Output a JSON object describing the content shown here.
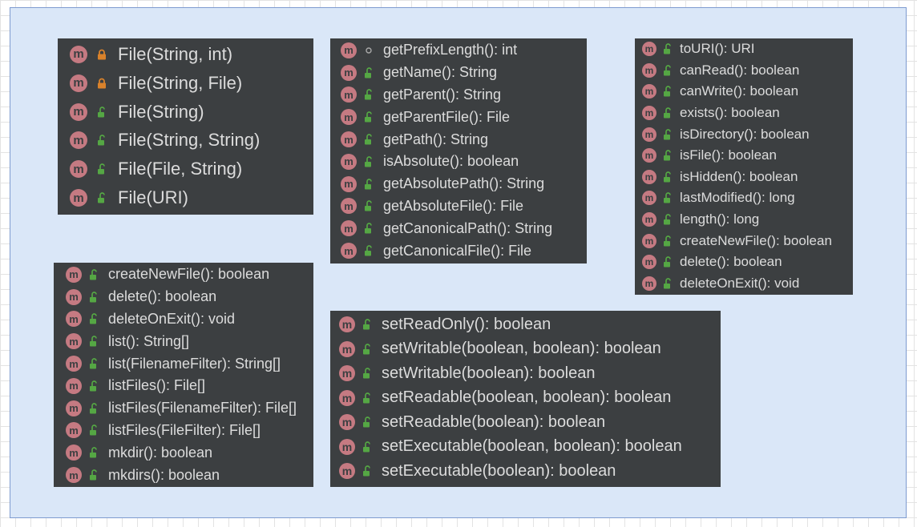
{
  "colors": {
    "panel_bg": "#3c3f41",
    "text": "#dcdcdc",
    "method_badge": "#c57a82",
    "public_icon": "#55a744",
    "private_icon": "#d9822b",
    "package_icon": "#a9a9a9",
    "canvas_bg": "#dae7f8"
  },
  "badge_letter": "m",
  "panels": [
    {
      "name": "constructors",
      "items": [
        {
          "text": "File(String, int)",
          "access": "private"
        },
        {
          "text": "File(String, File)",
          "access": "private"
        },
        {
          "text": "File(String)",
          "access": "public"
        },
        {
          "text": "File(String, String)",
          "access": "public"
        },
        {
          "text": "File(File, String)",
          "access": "public"
        },
        {
          "text": "File(URI)",
          "access": "public"
        }
      ]
    },
    {
      "name": "path-methods",
      "items": [
        {
          "text": "getPrefixLength(): int",
          "access": "package"
        },
        {
          "text": "getName(): String",
          "access": "public"
        },
        {
          "text": "getParent(): String",
          "access": "public"
        },
        {
          "text": "getParentFile(): File",
          "access": "public"
        },
        {
          "text": "getPath(): String",
          "access": "public"
        },
        {
          "text": "isAbsolute(): boolean",
          "access": "public"
        },
        {
          "text": "getAbsolutePath(): String",
          "access": "public"
        },
        {
          "text": "getAbsoluteFile(): File",
          "access": "public"
        },
        {
          "text": "getCanonicalPath(): String",
          "access": "public"
        },
        {
          "text": "getCanonicalFile(): File",
          "access": "public"
        }
      ]
    },
    {
      "name": "query-methods",
      "items": [
        {
          "text": "toURI(): URI",
          "access": "public"
        },
        {
          "text": "canRead(): boolean",
          "access": "public"
        },
        {
          "text": "canWrite(): boolean",
          "access": "public"
        },
        {
          "text": "exists(): boolean",
          "access": "public"
        },
        {
          "text": "isDirectory(): boolean",
          "access": "public"
        },
        {
          "text": "isFile(): boolean",
          "access": "public"
        },
        {
          "text": "isHidden(): boolean",
          "access": "public"
        },
        {
          "text": "lastModified(): long",
          "access": "public"
        },
        {
          "text": "length(): long",
          "access": "public"
        },
        {
          "text": "createNewFile(): boolean",
          "access": "public"
        },
        {
          "text": "delete(): boolean",
          "access": "public"
        },
        {
          "text": "deleteOnExit(): void",
          "access": "public"
        }
      ]
    },
    {
      "name": "list-methods",
      "items": [
        {
          "text": "createNewFile(): boolean",
          "access": "public"
        },
        {
          "text": "delete(): boolean",
          "access": "public"
        },
        {
          "text": "deleteOnExit(): void",
          "access": "public"
        },
        {
          "text": "list(): String[]",
          "access": "public"
        },
        {
          "text": "list(FilenameFilter): String[]",
          "access": "public"
        },
        {
          "text": "listFiles(): File[]",
          "access": "public"
        },
        {
          "text": "listFiles(FilenameFilter): File[]",
          "access": "public"
        },
        {
          "text": "listFiles(FileFilter): File[]",
          "access": "public"
        },
        {
          "text": "mkdir(): boolean",
          "access": "public"
        },
        {
          "text": "mkdirs(): boolean",
          "access": "public"
        }
      ]
    },
    {
      "name": "permission-methods",
      "items": [
        {
          "text": "setReadOnly(): boolean",
          "access": "public"
        },
        {
          "text": "setWritable(boolean, boolean): boolean",
          "access": "public"
        },
        {
          "text": "setWritable(boolean): boolean",
          "access": "public"
        },
        {
          "text": "setReadable(boolean, boolean): boolean",
          "access": "public"
        },
        {
          "text": "setReadable(boolean): boolean",
          "access": "public"
        },
        {
          "text": "setExecutable(boolean, boolean): boolean",
          "access": "public"
        },
        {
          "text": "setExecutable(boolean): boolean",
          "access": "public"
        }
      ]
    }
  ]
}
